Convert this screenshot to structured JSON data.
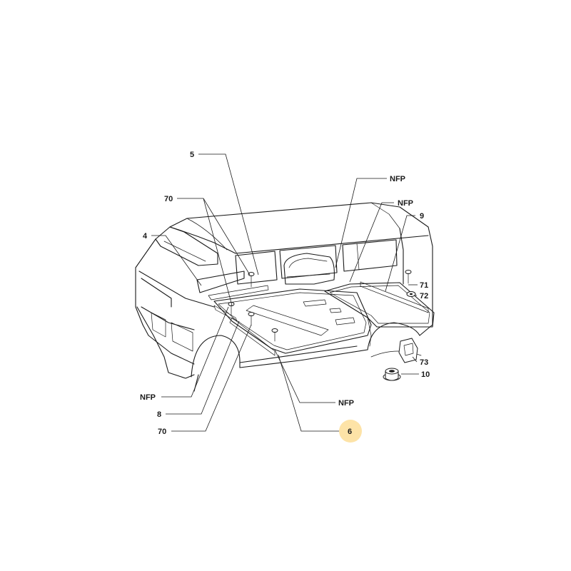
{
  "highlight_color": "#fde3a7",
  "callouts": {
    "c5": "5",
    "nfp_top": "NFP",
    "nfp_mid": "NFP",
    "c9": "9",
    "c70_top": "70",
    "c4": "4",
    "c71": "71",
    "c72": "72",
    "c73": "73",
    "c10": "10",
    "nfp_left": "NFP",
    "c8": "8",
    "nfp_bottom": "NFP",
    "c70_bottom": "70",
    "c6": "6"
  }
}
